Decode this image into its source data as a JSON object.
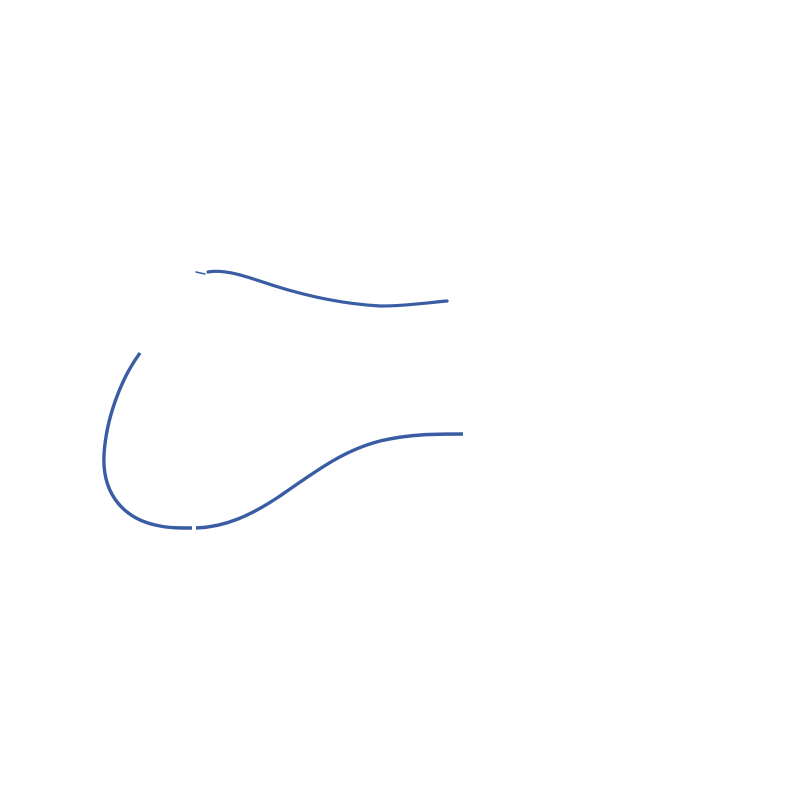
{
  "canvas": {
    "background": "#ffffff",
    "stroke_color": "#3a5ca3"
  },
  "strokes": [
    {
      "name": "upper-curve"
    },
    {
      "name": "lower-curve-left"
    },
    {
      "name": "lower-curve-right"
    }
  ]
}
